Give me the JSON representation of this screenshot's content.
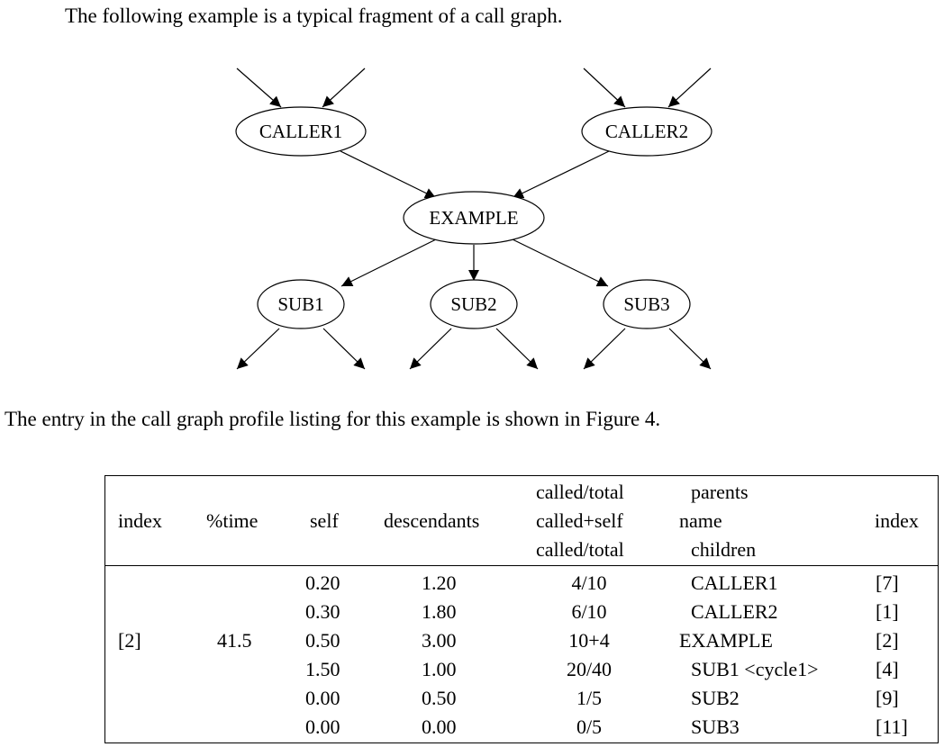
{
  "text": {
    "intro": "The following example is a typical fragment of a call graph.",
    "figure_ref": "The entry in the call graph profile listing for this example is shown in Figure 4."
  },
  "diagram": {
    "nodes": {
      "caller1": "CALLER1",
      "caller2": "CALLER2",
      "example": "EXAMPLE",
      "sub1": "SUB1",
      "sub2": "SUB2",
      "sub3": "SUB3"
    }
  },
  "table": {
    "headers": {
      "index": "index",
      "time": "%time",
      "self": "self",
      "descendants": "descendants",
      "called_top": "called/total",
      "called_mid": "called+self",
      "called_bottom": "called/total",
      "name_top": "parents",
      "name_mid": "name",
      "name_bottom": "children",
      "index_right": "index"
    },
    "primary": {
      "index": "[2]",
      "time": "41.5"
    },
    "rows": [
      {
        "self": "0.20",
        "descendants": "1.20",
        "called": "4/10",
        "name": "CALLER1",
        "index": "[7]"
      },
      {
        "self": "0.30",
        "descendants": "1.80",
        "called": "6/10",
        "name": "CALLER2",
        "index": "[1]"
      },
      {
        "self": "0.50",
        "descendants": "3.00",
        "called": "10+4",
        "name": "EXAMPLE",
        "index": "[2]"
      },
      {
        "self": "1.50",
        "descendants": "1.00",
        "called": "20/40",
        "name": "SUB1 <cycle1>",
        "index": "[4]"
      },
      {
        "self": "0.00",
        "descendants": "0.50",
        "called": "1/5",
        "name": "SUB2",
        "index": "[9]"
      },
      {
        "self": "0.00",
        "descendants": "0.00",
        "called": "0/5",
        "name": "SUB3",
        "index": "[11]"
      }
    ]
  }
}
